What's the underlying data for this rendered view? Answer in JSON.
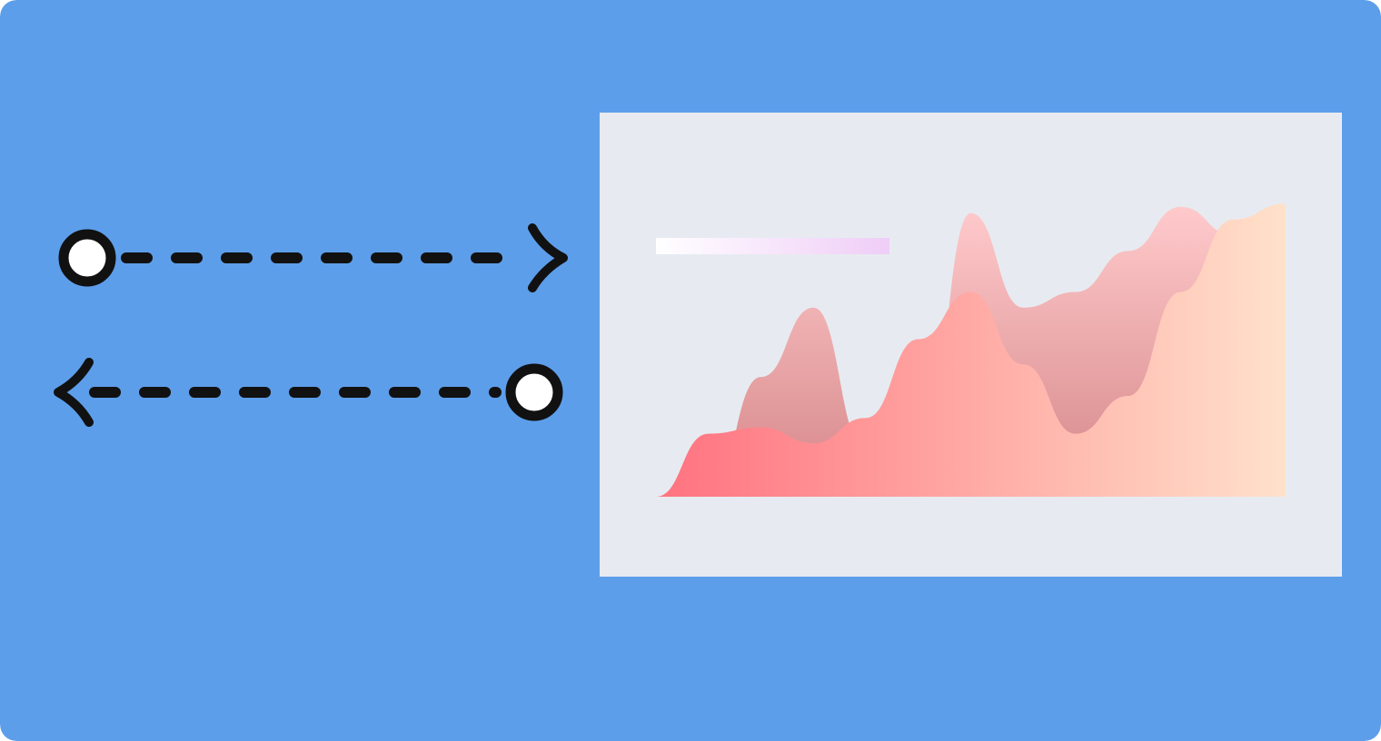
{
  "colors": {
    "background": "#5d9eea",
    "panel": "#e7ebf1",
    "stroke": "#111111",
    "node_fill": "#ffffff",
    "bar_start": "#ffffff",
    "bar_end": "#efcdf7",
    "back_area_top": "#ffcacc",
    "back_area_bottom": "#d58688",
    "front_area_left": "#ff727f",
    "front_area_right": "#ffe1ca"
  },
  "icons": {
    "outgoing_arrow": "arrow-right-icon",
    "incoming_arrow": "arrow-left-icon",
    "node": "circle-node-icon"
  },
  "chart_data": {
    "type": "area",
    "title": "",
    "xlabel": "",
    "ylabel": "",
    "x": [
      0,
      1,
      2,
      3,
      4,
      5,
      6,
      7,
      8,
      9,
      10,
      11,
      12
    ],
    "ylim": [
      0,
      100
    ],
    "series": [
      {
        "values": [
          0,
          0,
          38,
          60,
          15,
          0,
          90,
          60,
          65,
          78,
          92,
          83,
          0
        ]
      },
      {
        "values": [
          0,
          20,
          22,
          17,
          25,
          50,
          65,
          42,
          20,
          32,
          65,
          88,
          93
        ]
      }
    ]
  }
}
